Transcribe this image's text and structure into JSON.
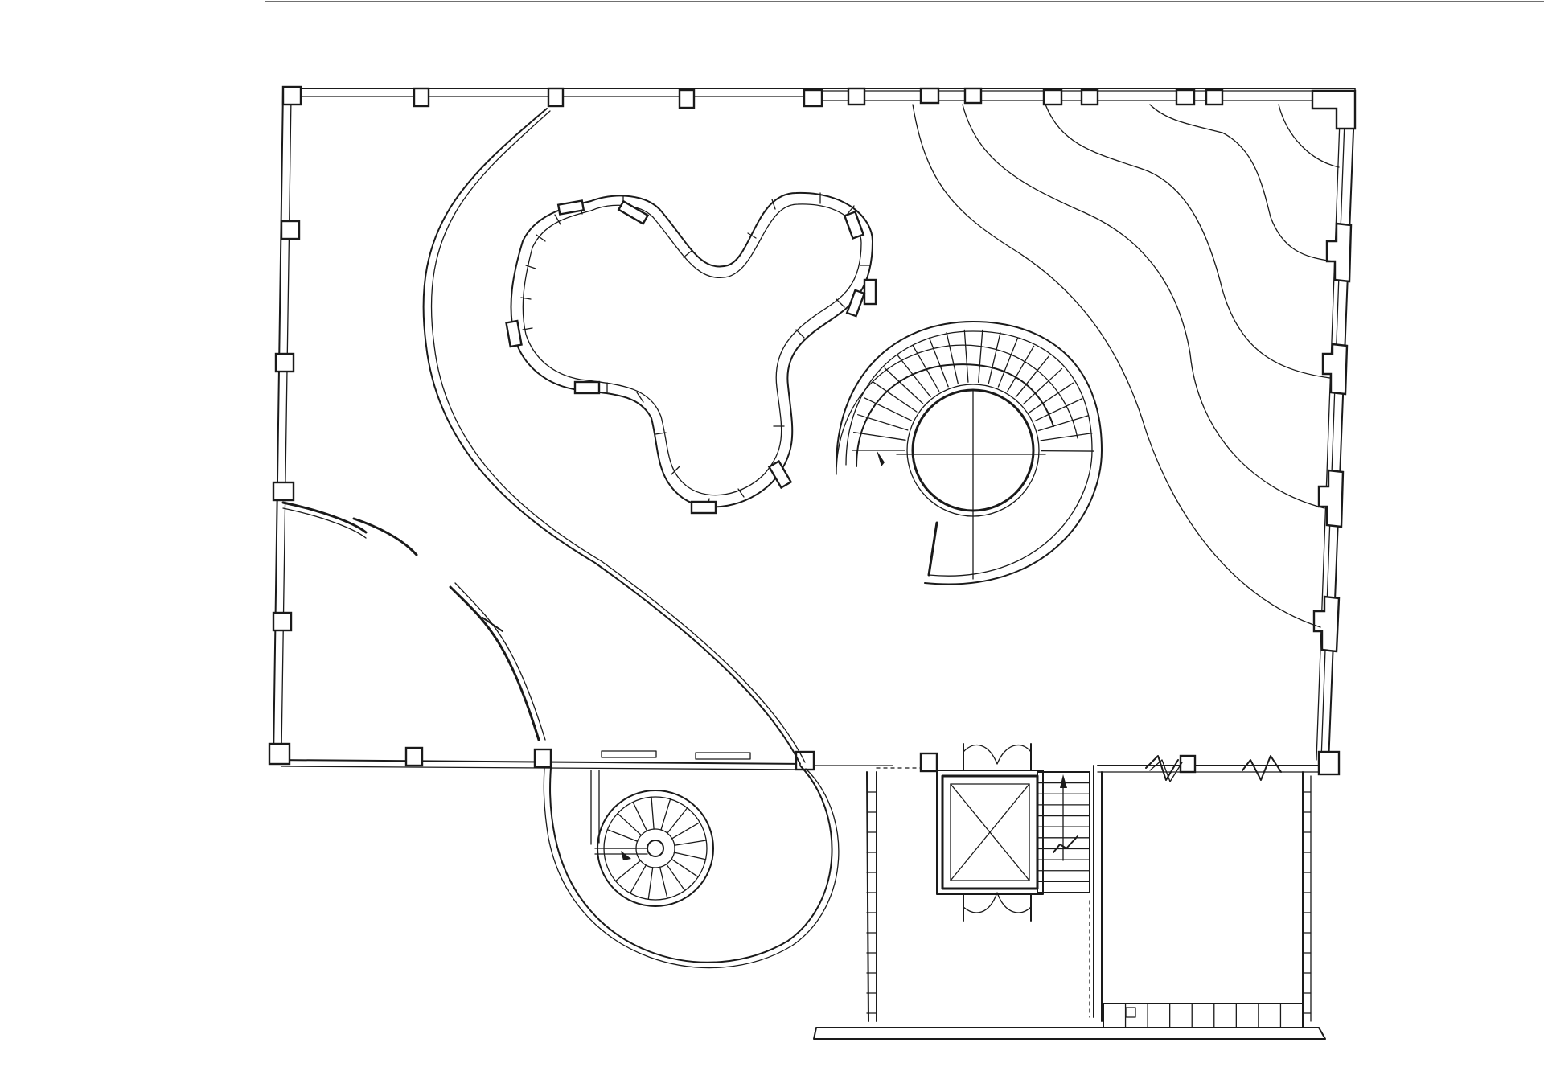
{
  "drawing": {
    "kind": "hand-drawn architectural floor plan sketch",
    "ink_color": "#1a1a1a",
    "paper_color": "#ffffff",
    "labels": []
  },
  "elements": {
    "main_spiral_stair": {
      "treads": 22,
      "direction_arrow": true
    },
    "small_spiral_stair": {
      "treads": 16,
      "direction_arrow": true
    },
    "straight_stair": {
      "treads": 10,
      "direction_arrow": true
    },
    "service_stair_steps": 8,
    "elevator": {
      "doors": 2
    },
    "cloud_seating_segments": 24,
    "wavy_floor_bands": 4
  }
}
